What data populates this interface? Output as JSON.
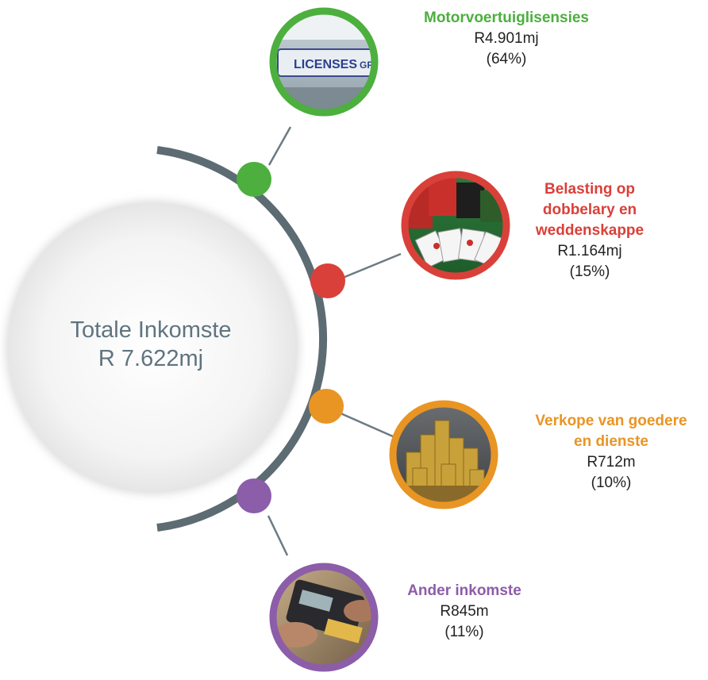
{
  "total": {
    "label": "Totale Inkomste",
    "value": "R 7.622mj"
  },
  "items": [
    {
      "title_lines": [
        "Motorvoertuiglisensies"
      ],
      "amount": "R4.901mj",
      "percent": "(64%)",
      "color": "#4caf3e",
      "icon": "license-plate-photo",
      "plate_text": "LICENSES",
      "plate_text_2": "GP"
    },
    {
      "title_lines": [
        "Belasting op",
        "dobbelary en",
        "weddenskappe"
      ],
      "amount": "R1.164mj",
      "percent": "(15%)",
      "color": "#d9403a",
      "icon": "casino-chips-cards-photo"
    },
    {
      "title_lines": [
        "Verkope van goedere",
        "en dienste"
      ],
      "amount": "R712m",
      "percent": "(10%)",
      "color": "#e89524",
      "icon": "gold-coins-photo"
    },
    {
      "title_lines": [
        "Ander inkomste"
      ],
      "amount": "R845m",
      "percent": "(11%)",
      "color": "#8c5da8",
      "icon": "card-payment-terminal-photo"
    }
  ],
  "colors": {
    "arc": "#5d6b73",
    "connector": "#6b7a82",
    "total_text": "#5f7480"
  }
}
